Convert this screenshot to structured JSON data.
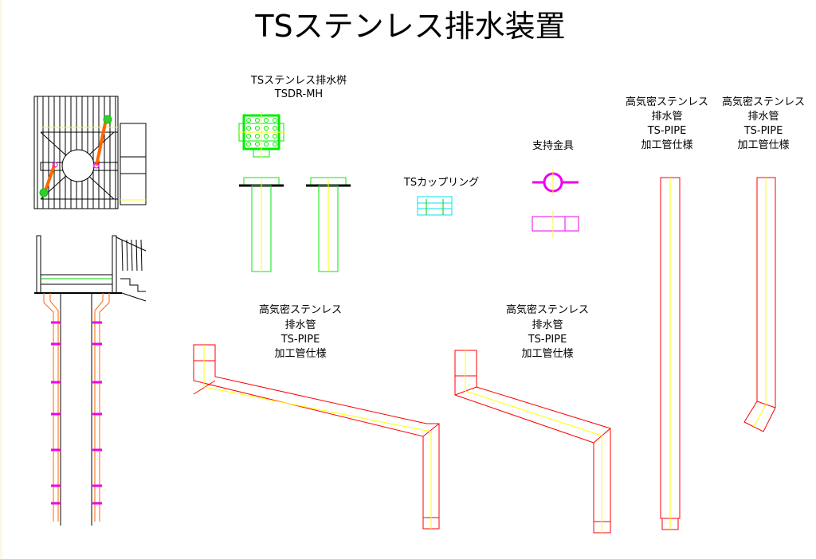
{
  "title": "TSステンレス排水装置",
  "labels": {
    "drain_box": {
      "name": "TSステンレス排水桝",
      "model": "TSDR-MH"
    },
    "coupling": "TSカップリング",
    "support": "支持金具",
    "pipe": {
      "line1": "高気密ステンレス",
      "line2": "排水管",
      "line3": "TS-PIPE",
      "line4": "加工管仕様"
    }
  },
  "colors": {
    "pipe": "#ff0000",
    "center": "#ffff00",
    "drain": "#00ee00",
    "coupling": "#00e5ee",
    "support": "#ee00ee",
    "structure": "#000000"
  }
}
